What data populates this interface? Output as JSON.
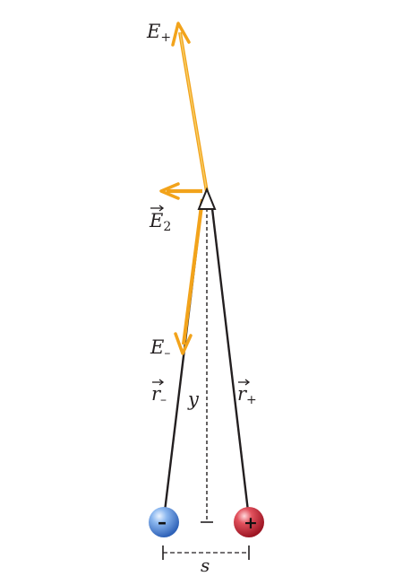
{
  "labels": {
    "e_plus": "E",
    "e_plus_sub": "+",
    "e2": "E",
    "e2_sub": "2",
    "e_minus": "E",
    "e_minus_sub": "–",
    "r_minus": "r",
    "r_minus_sub": "–",
    "r_plus": "r",
    "r_plus_sub": "+",
    "y": "y",
    "s": "s"
  },
  "charges": {
    "negative_symbol": "–",
    "positive_symbol": "+"
  },
  "colors": {
    "field_arrow": "#f2a31b",
    "field_arrow_light": "#f7cf6a",
    "line": "#231f20",
    "negative_charge": "#3f7fd6",
    "positive_charge": "#c8202f"
  }
}
